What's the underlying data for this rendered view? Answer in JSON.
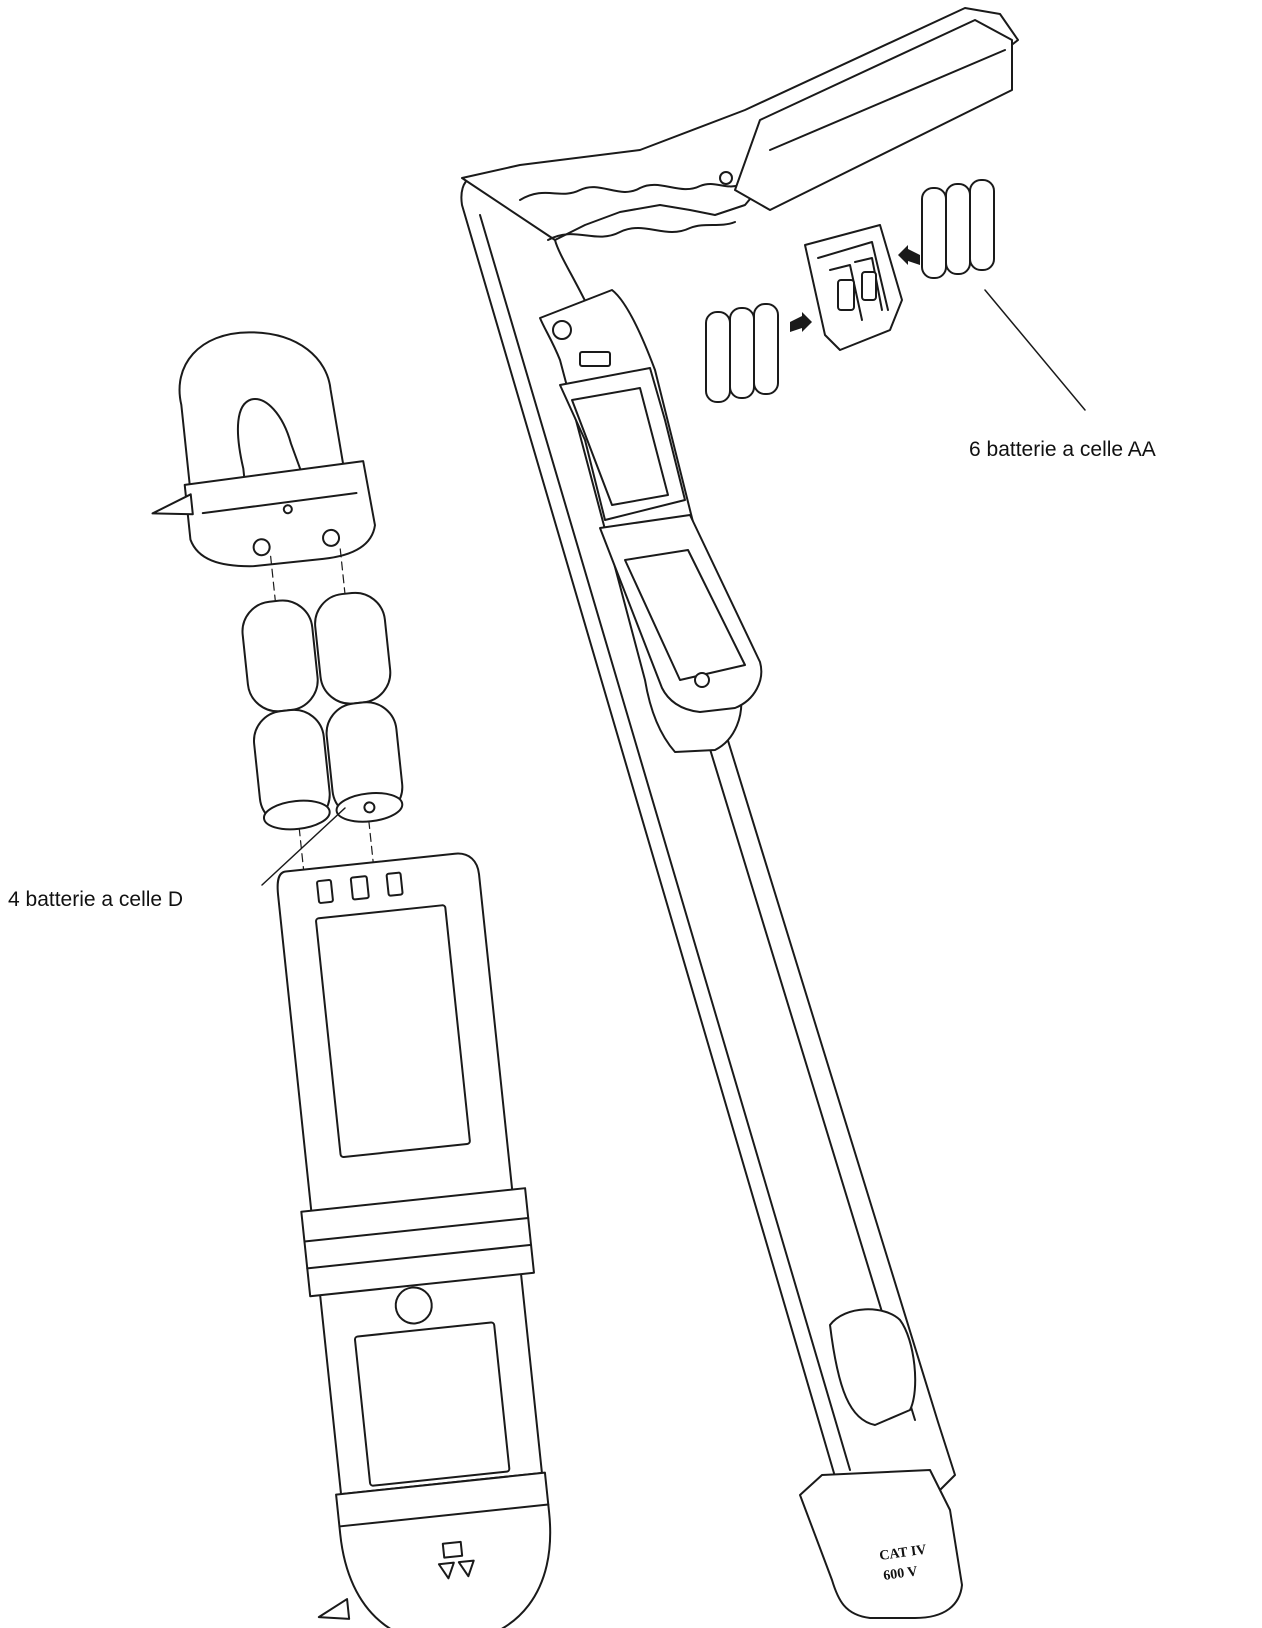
{
  "labels": {
    "aa_cells": "6 batterie a celle AA",
    "d_cells": "4 batterie a celle D"
  },
  "device": {
    "rating_line1": "CAT IV",
    "rating_line2": "600 V"
  },
  "colors": {
    "line": "#1a1a1a",
    "fill": "#ffffff",
    "background": "#ffffff"
  }
}
